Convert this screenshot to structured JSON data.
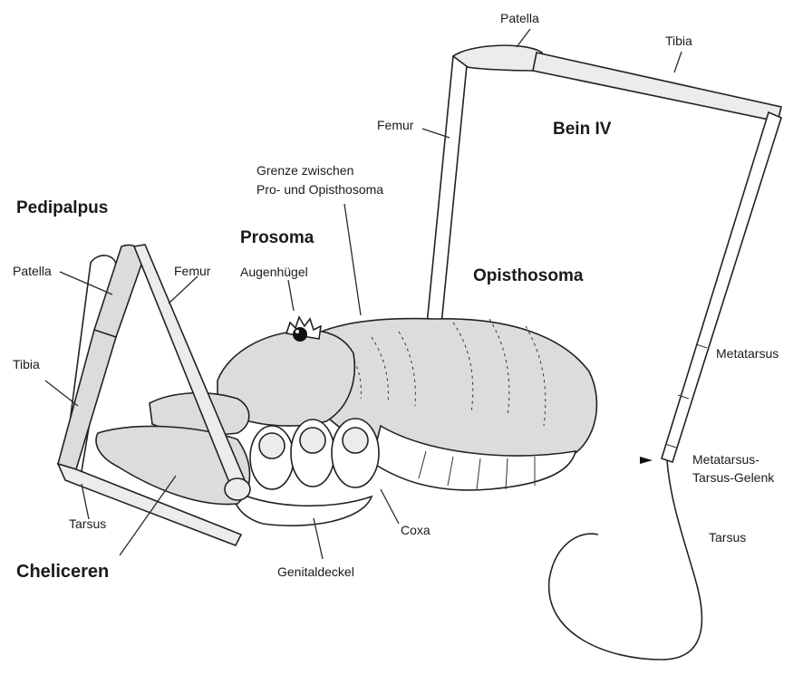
{
  "labels": {
    "patella_leg": "Patella",
    "tibia_leg": "Tibia",
    "femur_leg": "Femur",
    "bein_iv": "Bein IV",
    "grenze_line1": "Grenze zwischen",
    "grenze_line2": "Pro- und Opisthosoma",
    "pedipalpus": "Pedipalpus",
    "prosoma": "Prosoma",
    "augenhuegel": "Augenhügel",
    "opisthosoma": "Opisthosoma",
    "patella_palp": "Patella",
    "femur_palp": "Femur",
    "tibia_palp": "Tibia",
    "metatarsus": "Metatarsus",
    "gelenk_line1": "Metatarsus-",
    "gelenk_line2": "Tarsus-Gelenk",
    "tarsus_palp": "Tarsus",
    "tarsus_leg": "Tarsus",
    "coxa": "Coxa",
    "cheliceren": "Cheliceren",
    "genitaldeckel": "Genitaldeckel"
  }
}
